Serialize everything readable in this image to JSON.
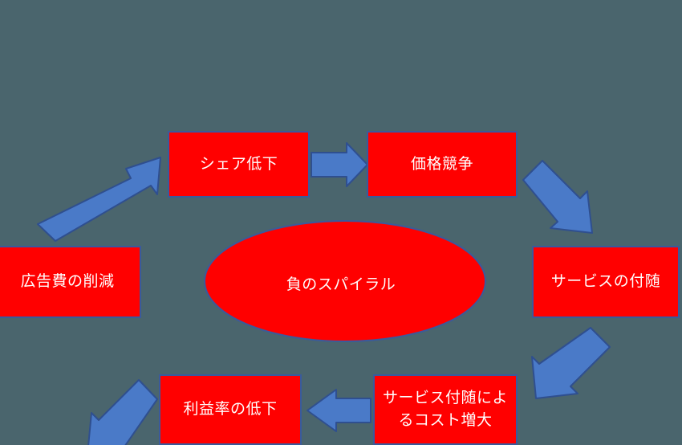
{
  "diagram": {
    "title": "負のスパイラル",
    "background_color": "#4a656d",
    "node_fill_color": "#ff0000",
    "node_border_color": "#3a5a9c",
    "arrow_fill_color": "#4a7ac8",
    "arrow_border_color": "#2f4f8f",
    "text_color": "#ffffff",
    "center": {
      "label": "負のスパイラル",
      "shape": "ellipse"
    },
    "nodes": [
      {
        "id": "share",
        "label": "シェア低下"
      },
      {
        "id": "price",
        "label": "価格競争"
      },
      {
        "id": "service",
        "label": "サービスの付随"
      },
      {
        "id": "cost",
        "label": "サービス付随によ\nるコスト増大"
      },
      {
        "id": "profit",
        "label": "利益率の低下"
      },
      {
        "id": "ad",
        "label": "広告費の削減"
      }
    ],
    "arrows": [
      {
        "id": "share-to-price",
        "direction": "right",
        "from": "シェア低下",
        "to": "価格競争"
      },
      {
        "id": "price-to-service",
        "direction": "down-right",
        "from": "価格競争",
        "to": "サービスの付随"
      },
      {
        "id": "service-to-cost",
        "direction": "down-left",
        "from": "サービスの付随",
        "to": "サービス付随によるコスト増大"
      },
      {
        "id": "cost-to-profit",
        "direction": "left",
        "from": "サービス付随によるコスト増大",
        "to": "利益率の低下"
      },
      {
        "id": "profit-to-ad",
        "direction": "up-left",
        "from": "利益率の低下",
        "to": "広告費の削減"
      },
      {
        "id": "ad-to-share",
        "direction": "up-right",
        "from": "広告費の削減",
        "to": "シェア低下"
      }
    ]
  }
}
